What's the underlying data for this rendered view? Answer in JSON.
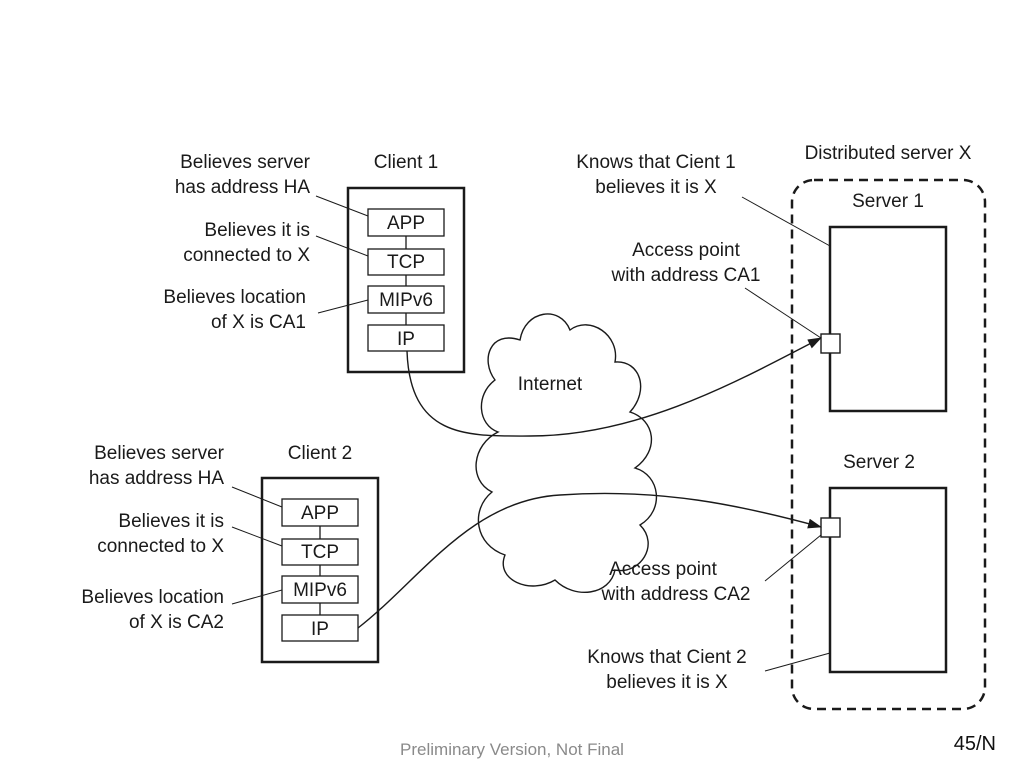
{
  "client1": {
    "title": "Client 1",
    "stack": [
      "APP",
      "TCP",
      "MIPv6",
      "IP"
    ],
    "notes": {
      "server_address": [
        "Believes server",
        "has address HA"
      ],
      "connected": [
        "Believes it is",
        "connected to X"
      ],
      "location": [
        "Believes location",
        "of X is CA1"
      ]
    }
  },
  "client2": {
    "title": "Client 2",
    "stack": [
      "APP",
      "TCP",
      "MIPv6",
      "IP"
    ],
    "notes": {
      "server_address": [
        "Believes server",
        "has address HA"
      ],
      "connected": [
        "Believes it is",
        "connected to X"
      ],
      "location": [
        "Believes location",
        "of X is CA2"
      ]
    }
  },
  "internet": {
    "label": "Internet"
  },
  "distributed_server": {
    "title": "Distributed server X",
    "server1": {
      "title": "Server 1",
      "knows": [
        "Knows that Cient 1",
        "believes it is X"
      ],
      "access_point": [
        "Access point",
        "with address CA1"
      ]
    },
    "server2": {
      "title": "Server 2",
      "knows": [
        "Knows that Cient 2",
        "believes it is X"
      ],
      "access_point": [
        "Access point",
        "with address CA2"
      ]
    }
  },
  "footer": {
    "version": "Preliminary Version, Not Final",
    "page": "45/N"
  }
}
